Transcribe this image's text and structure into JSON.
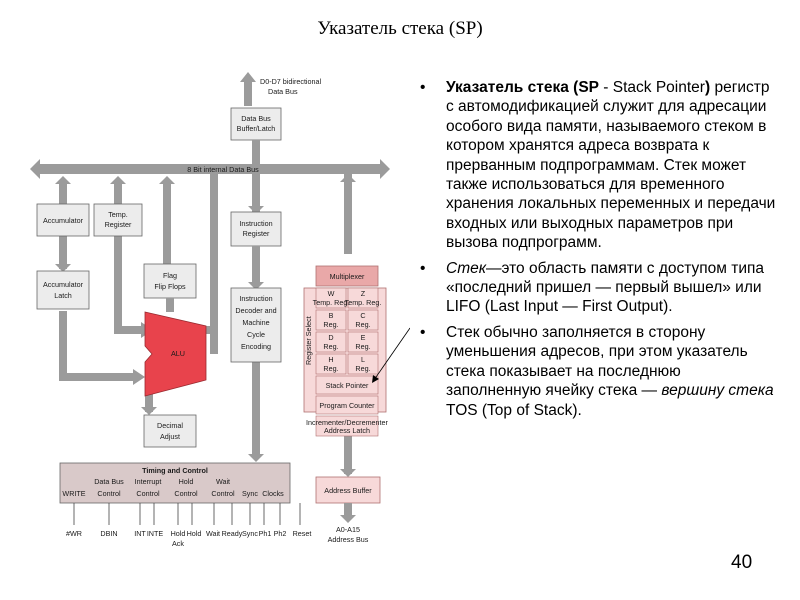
{
  "slide": {
    "title": "Указатель стека (SP)",
    "page_number": "40"
  },
  "bullets": [
    {
      "marker": "•",
      "bold1": "Указатель стека (",
      "bold2": "SP",
      "normal1": " - Stack Pointer",
      "bold3": ")",
      "normal2": " регистр с автомодификацией служит для адресации особого вида памяти, называемого стеком в котором хранятся адреса возврата к прерванным подпрограммам. Стек может также использоваться для временного хранения локальных переменных и передачи входных или выходных параметров при вызова подпрограмм."
    },
    {
      "marker": "•",
      "italic1": "Стек",
      "normal1": "—это область памяти с доступом типа «последний пришел — первый вышел» или LIFO (Last Input — First Output)."
    },
    {
      "marker": "•",
      "normal1": "Стек обычно заполняется в сторону уменьшения адресов, при этом указатель стека показывает на последнюю заполненную ячейку стека — ",
      "italic1": "вершину стека",
      "normal2": " TOS (Top of Stack)."
    }
  ],
  "diagram": {
    "data_bus_label_1": "D0-D7 bidirectional",
    "data_bus_label_2": "Data Bus",
    "data_bus_buffer_1": "Data Bus",
    "data_bus_buffer_2": "Buffer/Latch",
    "internal_bus": "8 Bit internal Data Bus",
    "accumulator": "Accumulator",
    "temp_register_1": "Temp.",
    "temp_register_2": "Register",
    "instruction_register_1": "Instruction",
    "instruction_register_2": "Register",
    "accumulator_latch_1": "Accumulator",
    "accumulator_latch_2": "Latch",
    "flag_flip_flops_1": "Flag",
    "flag_flip_flops_2": "Flip Flops",
    "alu": "ALU",
    "decoder_1": "Instruction",
    "decoder_2": "Decoder and",
    "decoder_3": "Machine",
    "decoder_4": "Cycle",
    "decoder_5": "Encoding",
    "decimal_adjust_1": "Decimal",
    "decimal_adjust_2": "Adjust",
    "multiplexer": "Multiplexer",
    "register_select": "Register Select",
    "reg_w": "W",
    "reg_w_sub": "Temp. Reg.",
    "reg_z": "Z",
    "reg_z_sub": "Temp. Reg.",
    "reg_b": "B",
    "reg_b_sub": "Reg.",
    "reg_c": "C",
    "reg_c_sub": "Reg.",
    "reg_d": "D",
    "reg_d_sub": "Reg.",
    "reg_e": "E",
    "reg_e_sub": "Reg.",
    "reg_h": "H",
    "reg_h_sub": "Reg.",
    "reg_l": "L",
    "reg_l_sub": "Reg.",
    "stack_pointer": "Stack Pointer",
    "program_counter": "Program Counter",
    "incdec_1": "Incrementer/Decrementer",
    "incdec_2": "Address Latch",
    "timing_control": "Timing and Control",
    "address_buffer": "Address Buffer",
    "address_bus_1": "A0-A15",
    "address_bus_2": "Address Bus",
    "ctrl_write": "WRITE",
    "ctrl_data_bus_1": "Data Bus",
    "ctrl_data_bus_2": "Control",
    "ctrl_interrupt_1": "Interrupt",
    "ctrl_interrupt_2": "Control",
    "ctrl_hold_1": "Hold",
    "ctrl_hold_2": "Control",
    "ctrl_wait_1": "Wait",
    "ctrl_wait_2": "Control",
    "ctrl_sync": "Sync",
    "ctrl_clocks": "Clocks",
    "sig_wr": "#WR",
    "sig_dbin": "DBIN",
    "sig_int": "INT",
    "sig_inte": "INTE",
    "sig_hold_1": "Hold",
    "sig_hold_2": "Ack",
    "sig_hold": "Hold",
    "sig_wait": "Wait",
    "sig_ready": "Ready",
    "sig_sync": "Sync",
    "sig_ph1": "Ph1",
    "sig_ph2": "Ph2",
    "sig_reset": "Reset"
  },
  "colors": {
    "bus_gray": "#9b9b9b",
    "block_fill": "#ececec",
    "alu_red": "#e8434c",
    "register_pink": "#f7d9d9",
    "multiplexer_pink": "#e9a8a8",
    "timing_fill": "#d9c9c9"
  }
}
